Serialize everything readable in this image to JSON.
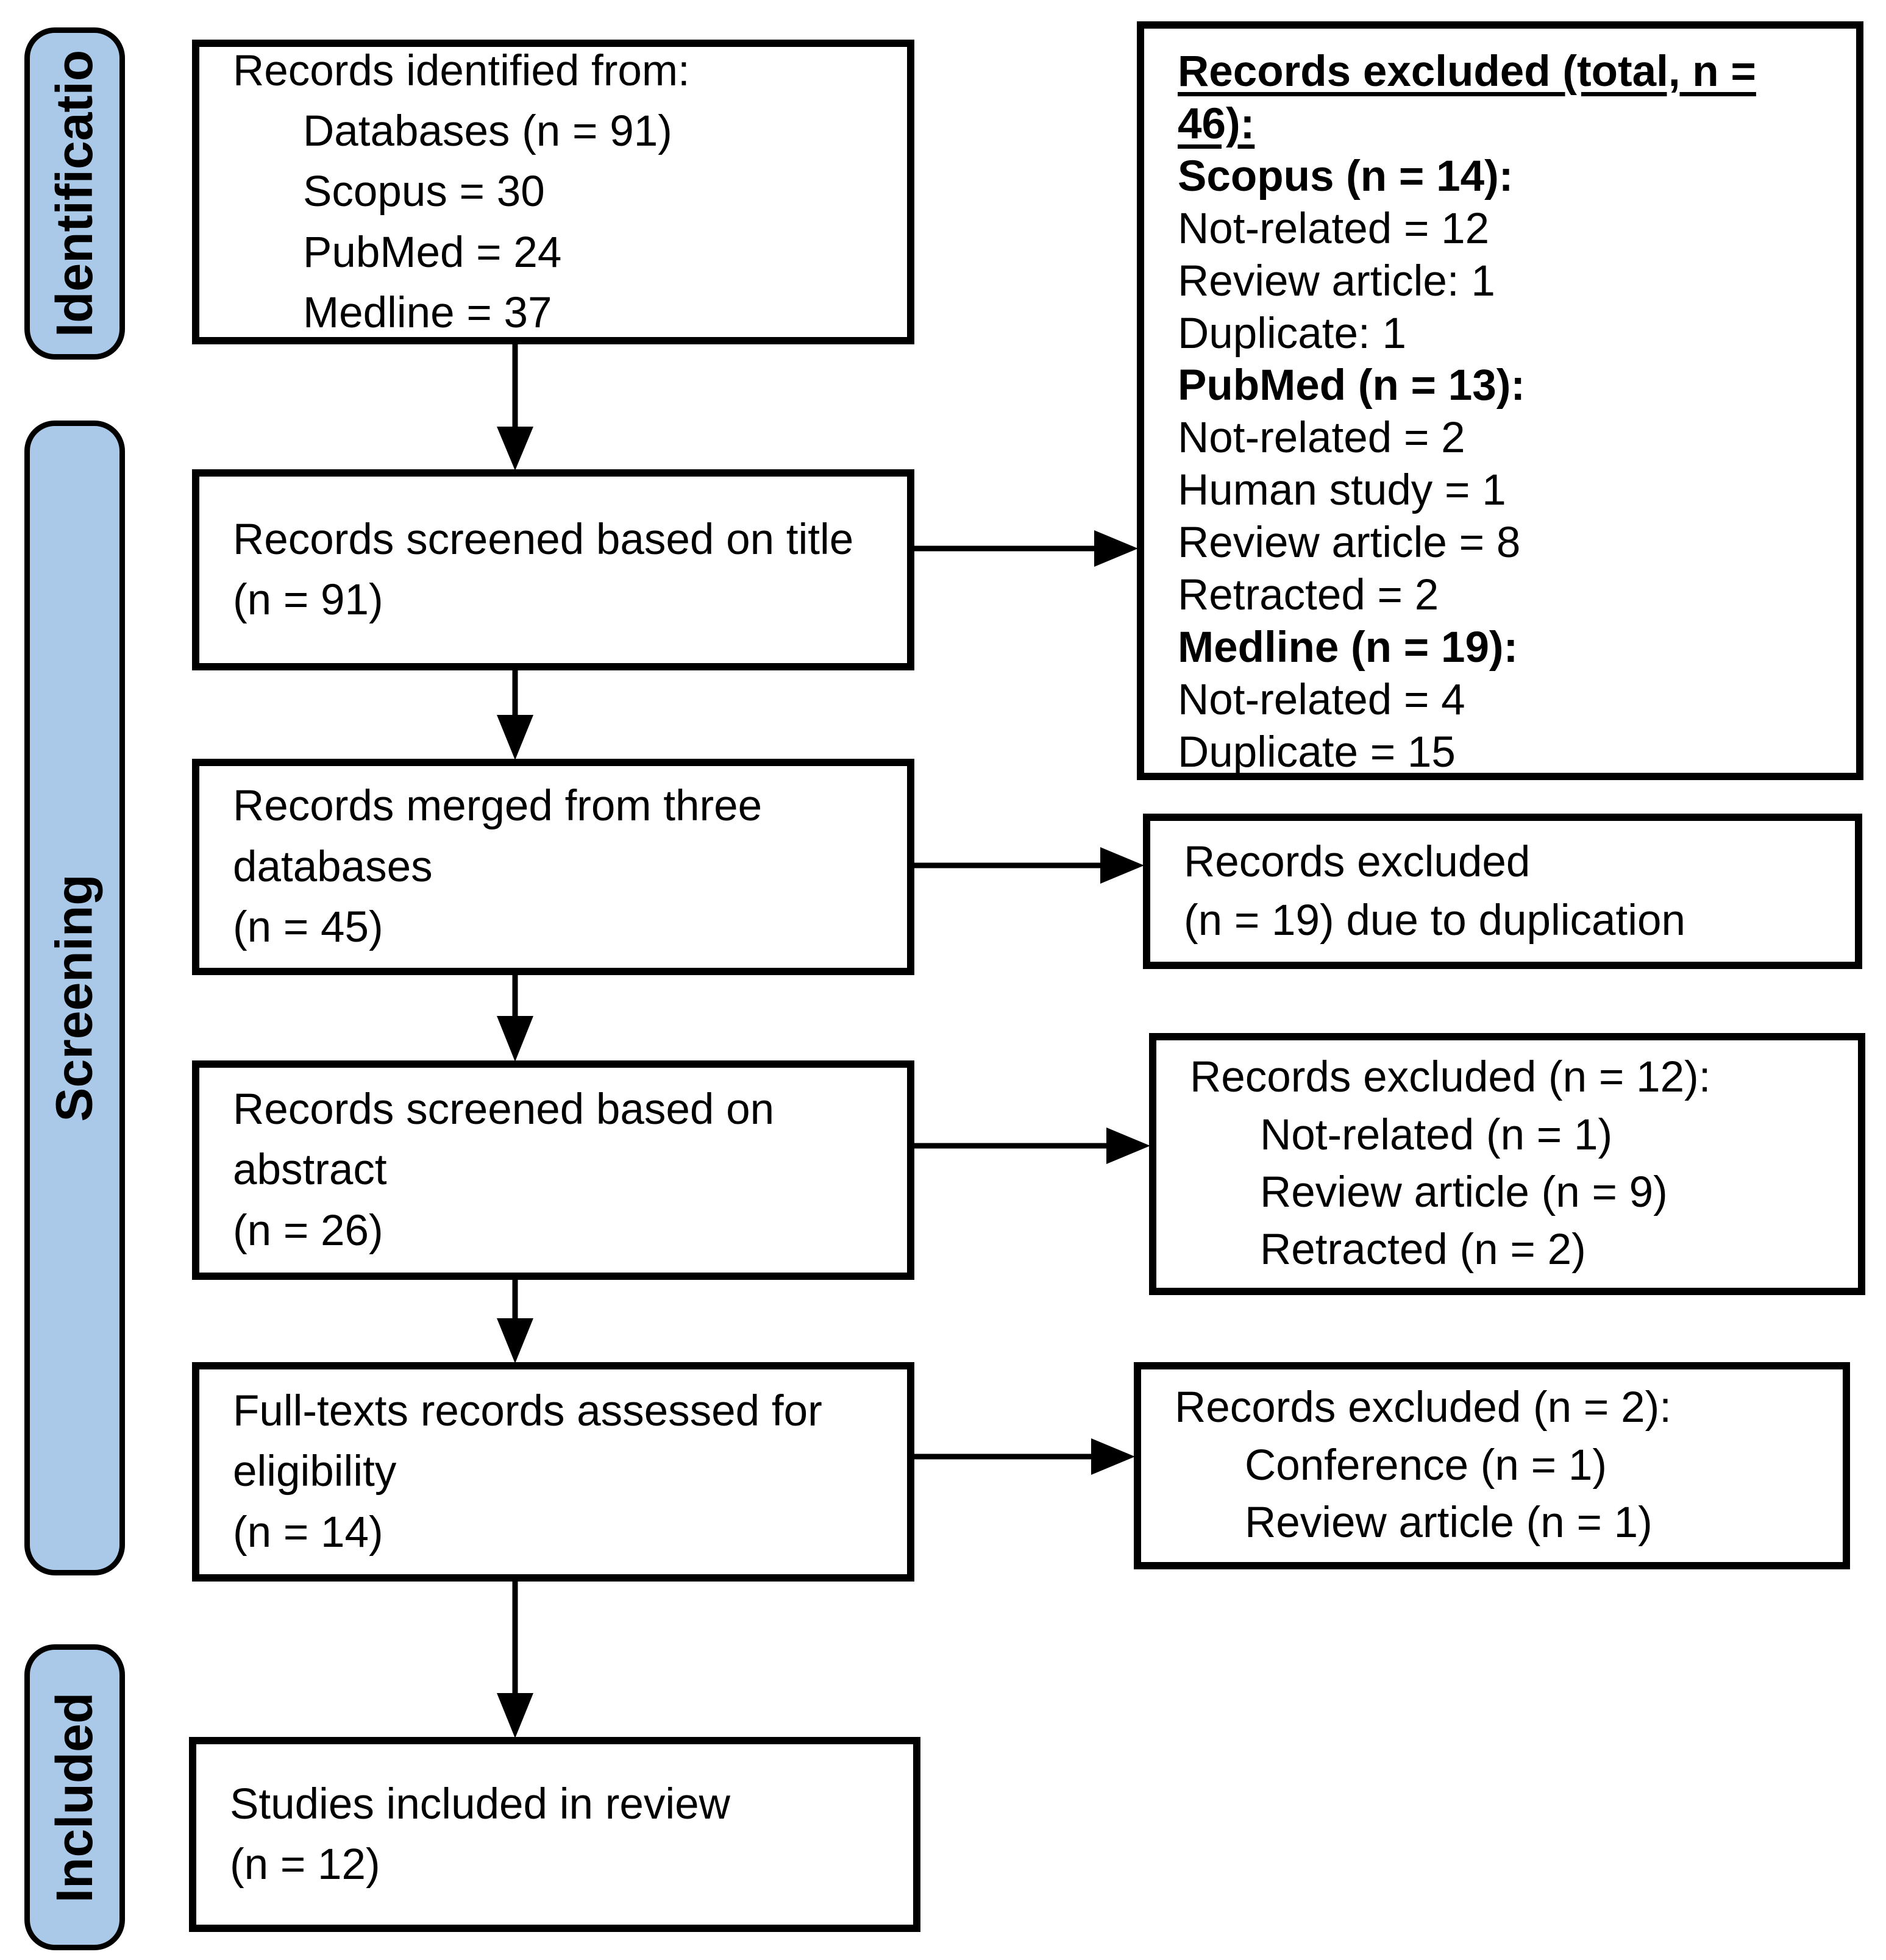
{
  "colors": {
    "stage_fill": "#aac9e9",
    "stroke": "#000000",
    "box_bg": "#ffffff"
  },
  "stages": {
    "identification": "Identificatio",
    "screening": "Screening",
    "included": "Included"
  },
  "boxes": {
    "identified": {
      "title": "Records identified from:",
      "items": [
        "Databases (n = 91)",
        "Scopus = 30",
        "PubMed = 24",
        "Medline = 37"
      ]
    },
    "screened_title": {
      "lines": [
        "Records screened based on title",
        "(n = 91)"
      ]
    },
    "merged": {
      "lines": [
        "Records merged from three",
        "databases",
        "(n = 45)"
      ]
    },
    "screened_abstract": {
      "lines": [
        "Records screened based on",
        "abstract",
        "(n = 26)"
      ]
    },
    "fulltext": {
      "lines": [
        "Full-texts records assessed for",
        "eligibility",
        "(n = 14)"
      ]
    },
    "included_review": {
      "lines": [
        "Studies included in review",
        "(n = 12)"
      ]
    }
  },
  "excluded": {
    "total": {
      "heading_line1": "Records excluded (total, n =",
      "heading_line2": "46):",
      "lines": [
        {
          "text": "Scopus (n = 14):",
          "bold": true
        },
        {
          "text": "Not-related = 12",
          "bold": false
        },
        {
          "text": "Review article: 1",
          "bold": false
        },
        {
          "text": "Duplicate: 1",
          "bold": false
        },
        {
          "text": "PubMed (n = 13):",
          "bold": true
        },
        {
          "text": "Not-related = 2",
          "bold": false
        },
        {
          "text": "Human study = 1",
          "bold": false
        },
        {
          "text": "Review article = 8",
          "bold": false
        },
        {
          "text": "Retracted = 2",
          "bold": false
        },
        {
          "text": "Medline (n = 19):",
          "bold": true
        },
        {
          "text": "Not-related = 4",
          "bold": false
        },
        {
          "text": "Duplicate = 15",
          "bold": false
        }
      ]
    },
    "duplication": {
      "lines": [
        "Records excluded",
        "(n = 19) due to duplication"
      ]
    },
    "abstract": {
      "heading": "Records excluded (n = 12):",
      "items": [
        "Not-related (n = 1)",
        "Review article (n = 9)",
        "Retracted (n = 2)"
      ]
    },
    "fulltext": {
      "heading": "Records excluded (n = 2):",
      "items": [
        "Conference (n = 1)",
        "Review article (n = 1)"
      ]
    }
  }
}
